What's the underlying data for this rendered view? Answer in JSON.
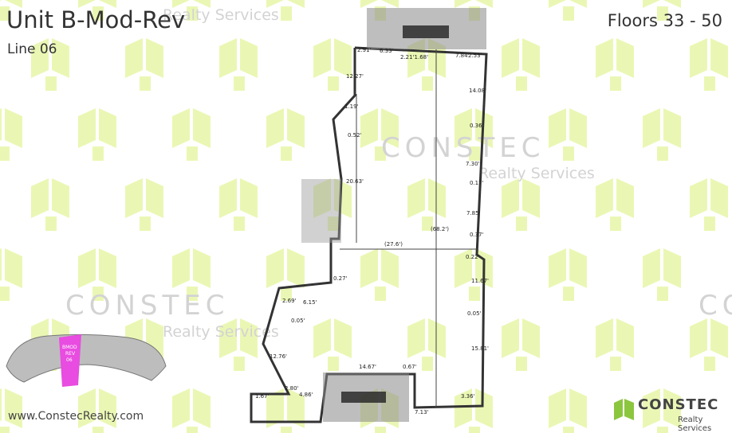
{
  "header": {
    "title": "Unit B-Mod-Rev",
    "line": "Line 06",
    "floors": "Floors 33 - 50"
  },
  "watermarks": {
    "brand": "CONSTEC",
    "brand_partial": "CO",
    "tagline": "Realty Services",
    "tagline_partial": "Realty Services"
  },
  "plan": {
    "dims": [
      "2.91'",
      "6.33'",
      "7.84'",
      "2.53'",
      "2.21'1.68'",
      "12.27'",
      "1.19'",
      "0.52'",
      "14.08'",
      "0.36'",
      "7.30'",
      "0.17'",
      "7.85'",
      "0.37'",
      "0.22'",
      "11.67'",
      "0.05'",
      "15.81'",
      "(27.6')",
      "(68.2')",
      "20.63'",
      "0.27'",
      "2.69'",
      "6.15'",
      "0.05'",
      "12.76'",
      "14.67'",
      "0.67'",
      "3.36'",
      "7.13'",
      "2.80'",
      "1.67'",
      "4.86'"
    ]
  },
  "keyplan": {
    "label_1": "BMOD",
    "label_2": "REV",
    "label_3": "06",
    "highlight_color": "#e84ce0"
  },
  "footer": {
    "website": "www.ConstecRealty.com"
  },
  "logo": {
    "name": "CONSTEC",
    "tagline": "Realty Services",
    "accent_color": "#8cc63f"
  }
}
